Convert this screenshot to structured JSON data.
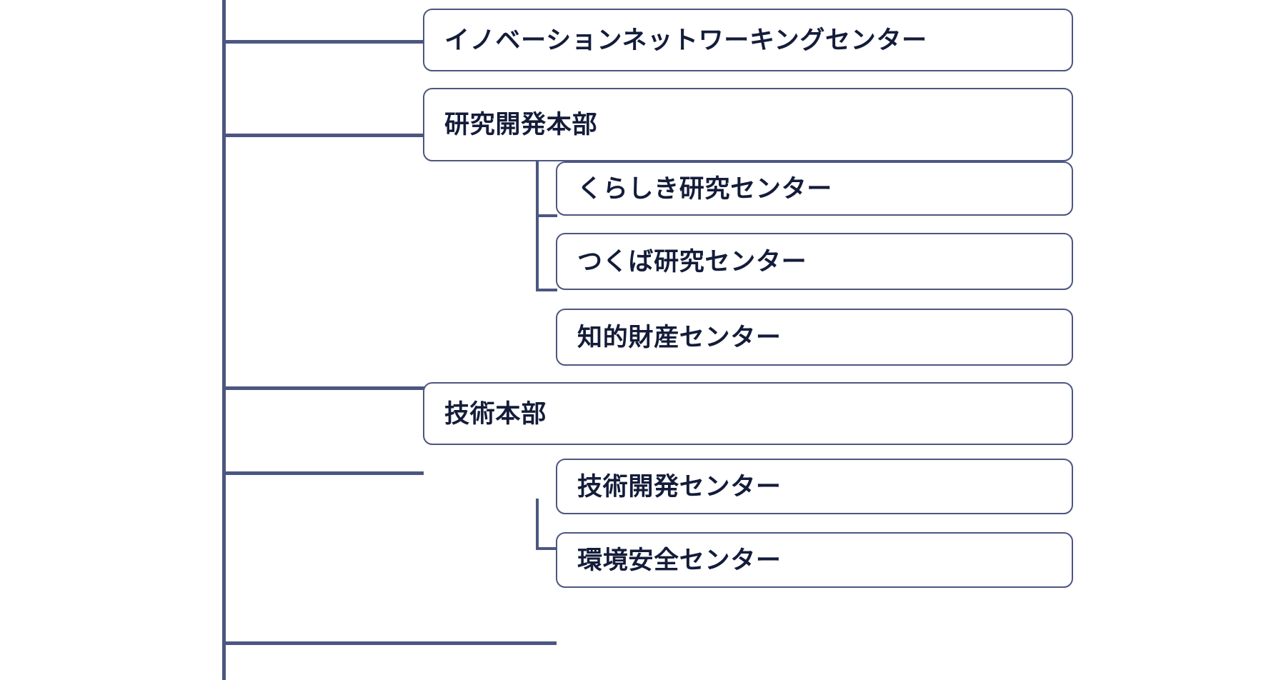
{
  "diagram": {
    "type": "organization-chart",
    "orientation": "horizontal-left-spine",
    "colors": {
      "line": "#4c5680",
      "box_border": "#4c5680",
      "box_fill": "#ffffff",
      "text": "#141c3a",
      "background": "#ffffff"
    },
    "nodes": [
      {
        "id": "innovation-networking-center",
        "label": "イノベーションネットワーキングセンター",
        "level": 1,
        "parent": null
      },
      {
        "id": "rd-headquarters",
        "label": "研究開発本部",
        "level": 1,
        "parent": null
      },
      {
        "id": "kurashiki-research-center",
        "label": "くらしき研究センター",
        "level": 2,
        "parent": "rd-headquarters"
      },
      {
        "id": "tsukuba-research-center",
        "label": "つくば研究センター",
        "level": 2,
        "parent": "rd-headquarters"
      },
      {
        "id": "intellectual-property-center",
        "label": "知的財産センター",
        "level": 1,
        "parent": null
      },
      {
        "id": "technology-headquarters",
        "label": "技術本部",
        "level": 1,
        "parent": null
      },
      {
        "id": "technology-development-center",
        "label": "技術開発センター",
        "level": 2,
        "parent": "technology-headquarters"
      },
      {
        "id": "environment-safety-center",
        "label": "環境安全センター",
        "level": 1,
        "parent": null
      }
    ]
  }
}
